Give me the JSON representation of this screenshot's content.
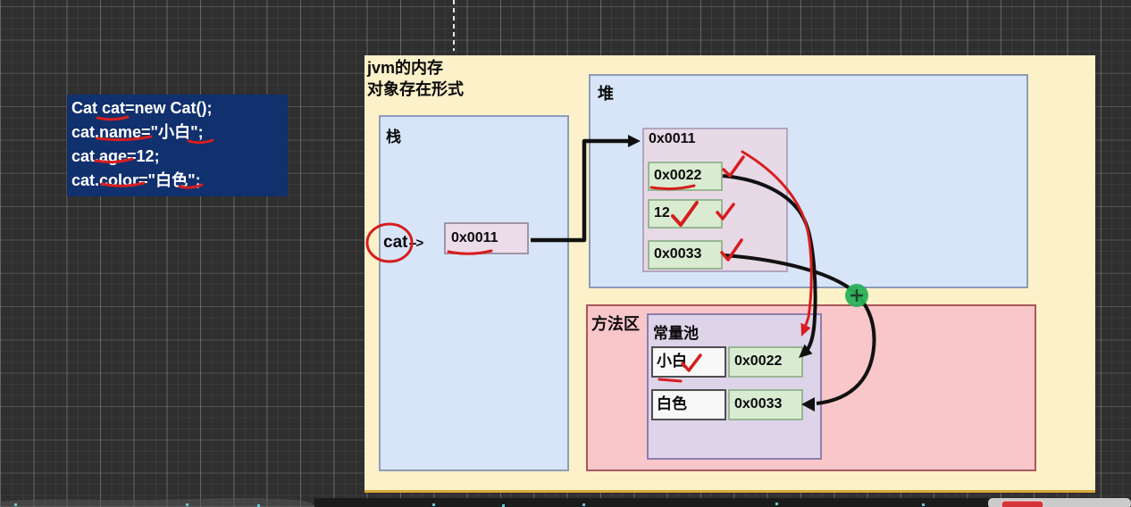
{
  "code_panel": {
    "lines": [
      "Cat cat=new Cat();",
      "cat.name=\"小白\";",
      "cat.age=12;",
      "cat.color=\"白色\";"
    ]
  },
  "memory_panel": {
    "title_line1": "jvm的内存",
    "title_line2": "对象存在形式",
    "stack": {
      "label": "栈",
      "variable": "cat",
      "pointer_text": "-->",
      "reference": "0x0011"
    },
    "heap": {
      "label": "堆",
      "object": {
        "address": "0x0011",
        "fields": [
          {
            "value": "0x0022"
          },
          {
            "value": "12"
          },
          {
            "value": "0x0033"
          }
        ]
      }
    },
    "method_area": {
      "label": "方法区",
      "constant_pool": {
        "label": "常量池",
        "entries": [
          {
            "value": "小白",
            "address": "0x0022"
          },
          {
            "value": "白色",
            "address": "0x0033"
          }
        ]
      }
    }
  },
  "annotations": {
    "cursor_icon": "plus-cursor-icon",
    "checkmark_count": 5,
    "colors": {
      "ink_red": "#d61e1e",
      "arrow_black": "#111111",
      "cursor_green": "#28b15a",
      "panel_cream": "#fcf1c9",
      "region_blue": "#d8e5f8",
      "object_lavender": "#e7d9e6",
      "cell_green": "#d9ecd2",
      "method_area_pink": "#f9c6ca",
      "pool_purple": "#ddd4ea",
      "code_navy": "#10306e",
      "grid_dark": "#2f2f2f",
      "recording_red": "#d4353b"
    }
  }
}
